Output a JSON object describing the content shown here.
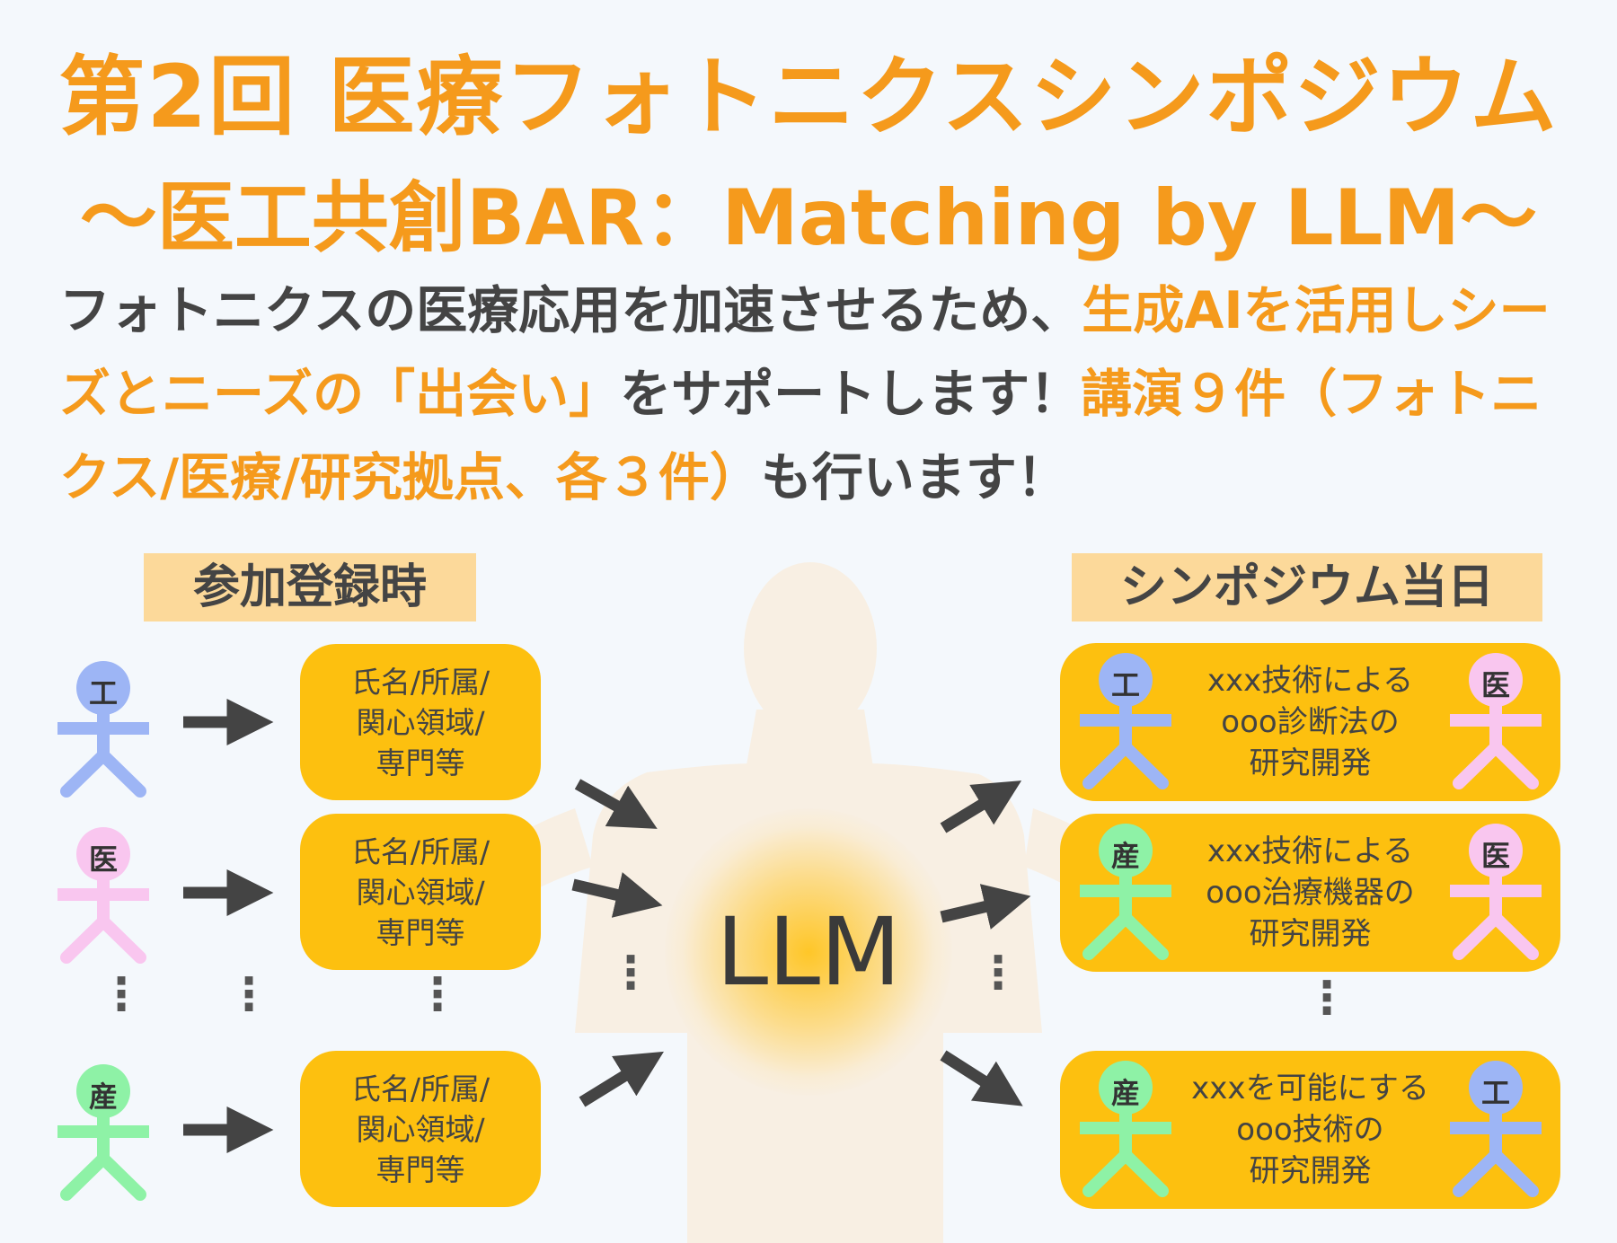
{
  "header": {
    "title": "第2回 医療フォトニクスシンポジウム",
    "subtitle": "〜医工共創BAR：Matching by LLM〜"
  },
  "intro": {
    "p1": "フォトニクスの医療応用を加速させるため、",
    "p2": "生成AIを活用しシーズとニーズの「出会い」",
    "p3": "をサポートします！",
    "p4": "講演９件（フォトニクス/医療/研究拠点、各３件）",
    "p5": "も行います！"
  },
  "sections": {
    "registration": "参加登録時",
    "symposium_day": "シンポジウム当日"
  },
  "registration": {
    "participants": [
      {
        "char": "工",
        "color": "#9db5f5"
      },
      {
        "char": "医",
        "color": "#f9c6ef"
      },
      {
        "char": "産",
        "color": "#8ef2a6"
      }
    ],
    "card_text": [
      "氏名/所属/",
      "関心領域/",
      "専門等"
    ],
    "ellipsis": "⋮"
  },
  "center": {
    "label": "LLM"
  },
  "matches": [
    {
      "left": {
        "char": "工",
        "color": "#9db5f5"
      },
      "right": {
        "char": "医",
        "color": "#f9c6ef"
      },
      "lines": [
        "xxx技術による",
        "ooo診断法の",
        "研究開発"
      ]
    },
    {
      "left": {
        "char": "産",
        "color": "#8ef2a6"
      },
      "right": {
        "char": "医",
        "color": "#f9c6ef"
      },
      "lines": [
        "xxx技術による",
        "ooo治療機器の",
        "研究開発"
      ]
    },
    {
      "left": {
        "char": "産",
        "color": "#8ef2a6"
      },
      "right": {
        "char": "工",
        "color": "#9db5f5"
      },
      "lines": [
        "xxxを可能にする",
        "ooo技術の",
        "研究開発"
      ]
    }
  ],
  "colors": {
    "accent_orange": "#f59a1c",
    "card_yellow": "#fdc00f",
    "label_bg": "#fcd99a",
    "text_dark": "#444444",
    "engineer_blue": "#9db5f5",
    "medical_pink": "#f9c6ef",
    "industry_green": "#8ef2a6"
  }
}
